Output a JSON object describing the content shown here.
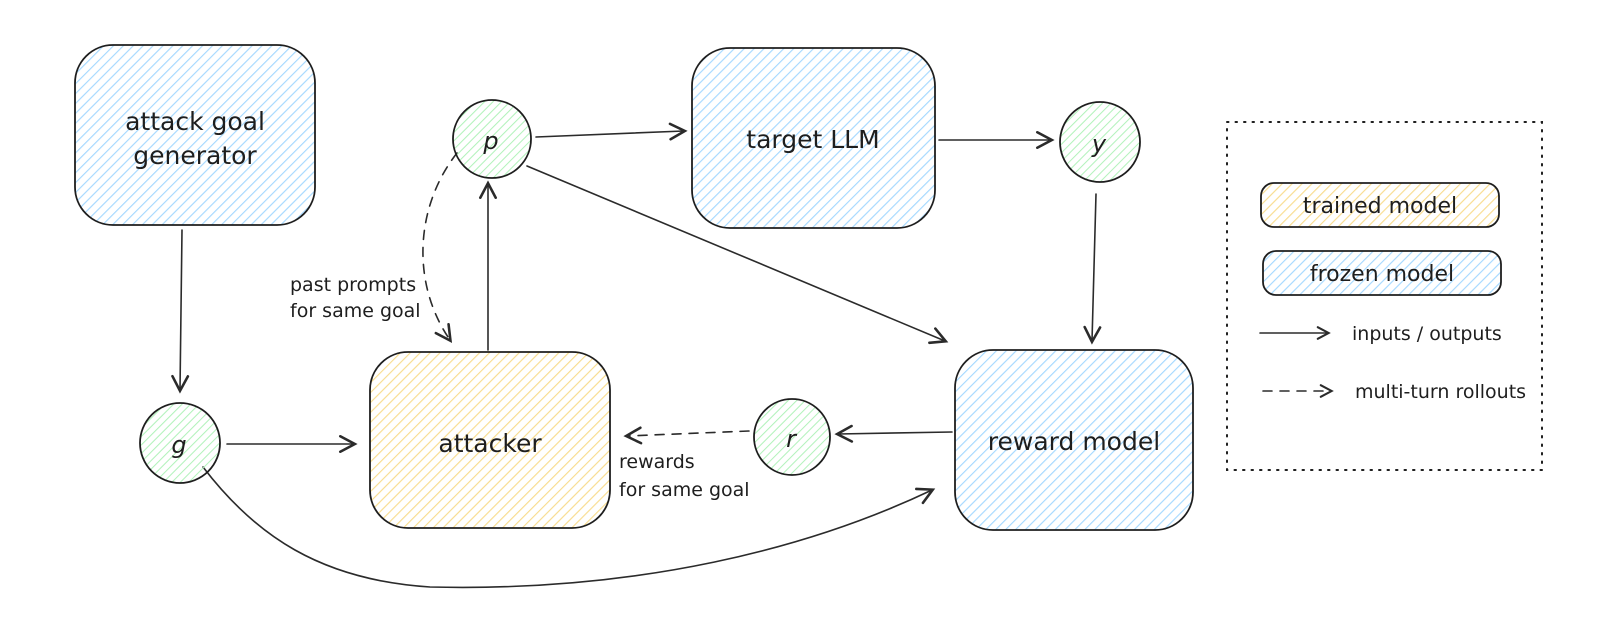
{
  "colors": {
    "stroke": "#1e1e1e",
    "arrow": "#2b2b2b",
    "frozen_fill_hatch": "#a5d8ff",
    "trained_fill_hatch": "#f5d480",
    "variable_fill_hatch": "#b2f2bb",
    "background": "#ffffff"
  },
  "nodes": {
    "attack_goal_generator": {
      "label": "attack goal generator",
      "lines": [
        "attack goal",
        "generator"
      ],
      "type": "frozen model"
    },
    "target_llm": {
      "label": "target LLM",
      "type": "frozen model"
    },
    "attacker": {
      "label": "attacker",
      "type": "trained model"
    },
    "reward_model": {
      "label": "reward model",
      "type": "frozen model"
    },
    "g": {
      "label": "g"
    },
    "p": {
      "label": "p"
    },
    "y": {
      "label": "y"
    },
    "r": {
      "label": "r"
    }
  },
  "edge_labels": {
    "past_prompts": {
      "label": "past prompts for same goal",
      "lines": [
        "past prompts",
        "for same goal"
      ]
    },
    "rewards": {
      "label": "rewards for same goal",
      "lines": [
        "rewards",
        "for same goal"
      ]
    }
  },
  "legend": {
    "trained_model_label": "trained model",
    "frozen_model_label": "frozen model",
    "solid_arrow_label": "inputs / outputs",
    "dashed_arrow_label": "multi-turn rollouts"
  }
}
